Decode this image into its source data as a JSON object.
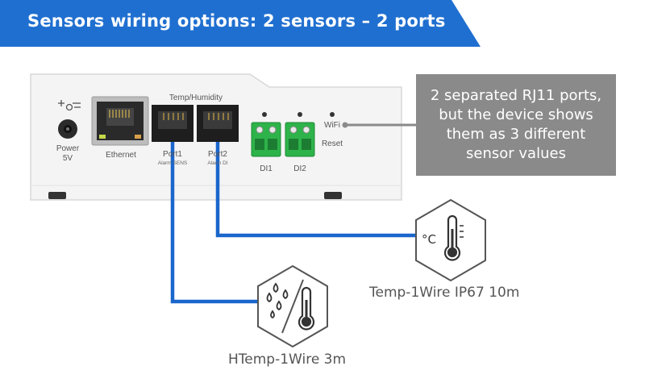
{
  "title": "Sensors wiring options: 2 sensors – 2 ports",
  "colors": {
    "banner": "#1f6fd0",
    "cable": "#1a66cc",
    "callout": "#8a8a8a",
    "connector": "#2db34a"
  },
  "device": {
    "power_label": "Power",
    "power_voltage": "5V",
    "ethernet_label": "Ethernet",
    "temp_humidity_label": "Temp/Humidity",
    "port1_label": "Port1",
    "port1_sub": "Alarm SENS",
    "port2_label": "Port2",
    "port2_sub": "Alarm DI",
    "di1_label": "DI1",
    "di2_label": "DI2",
    "wifi_label": "WiFi",
    "reset_label": "Reset"
  },
  "callout": {
    "text": "2 separated RJ11 ports, but the device shows them as 3 different sensor values"
  },
  "sensors": [
    {
      "name": "Temp-1Wire IP67 10m",
      "icon": "thermometer-celsius-icon"
    },
    {
      "name": "HTemp-1Wire 3m",
      "icon": "humidity-temperature-icon"
    }
  ],
  "celsius_symbol": "°C"
}
